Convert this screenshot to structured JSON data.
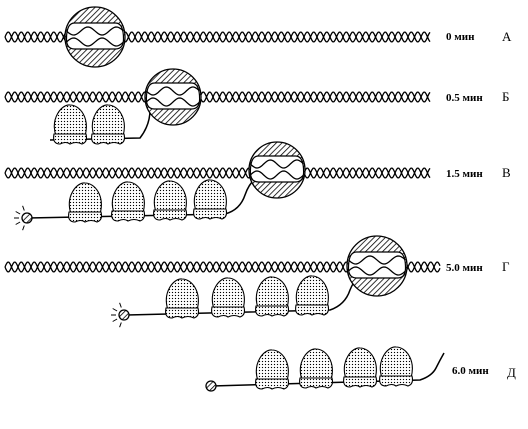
{
  "figure": {
    "stages": [
      {
        "letter": "А",
        "time": "0 мин",
        "ribosomes": 0,
        "has_cap": false,
        "cap_glow": false
      },
      {
        "letter": "Б",
        "time": "0.5 мин",
        "ribosomes": 2,
        "has_cap": false,
        "cap_glow": false
      },
      {
        "letter": "В",
        "time": "1.5 мин",
        "ribosomes": 4,
        "has_cap": true,
        "cap_glow": true
      },
      {
        "letter": "Г",
        "time": "5.0 мин",
        "ribosomes": 4,
        "has_cap": true,
        "cap_glow": true
      },
      {
        "letter": "Д",
        "time": "6.0 мин",
        "ribosomes": 4,
        "has_cap": true,
        "cap_glow": false
      }
    ]
  }
}
